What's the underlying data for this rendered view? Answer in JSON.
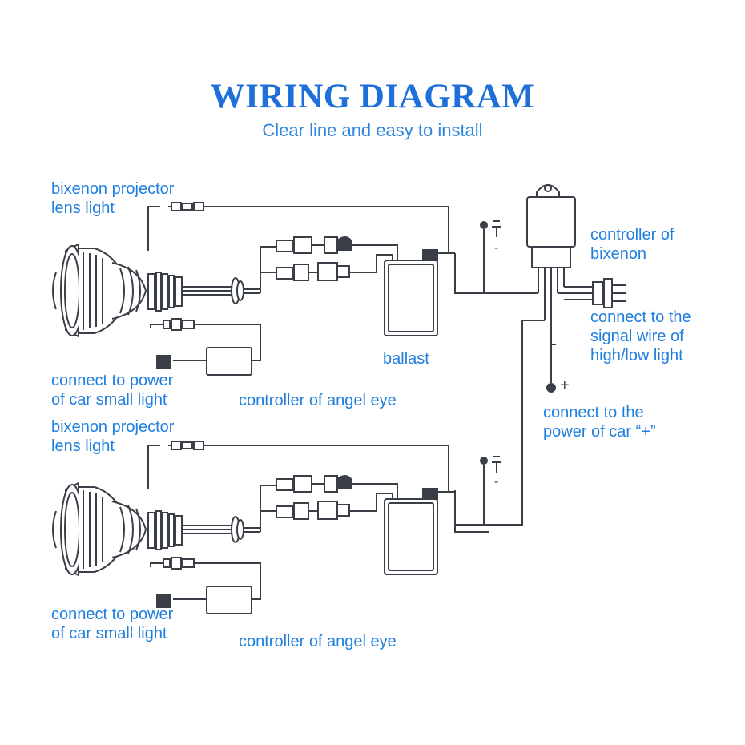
{
  "title": "WIRING DIAGRAM",
  "subtitle": "Clear line and easy to install",
  "colors": {
    "title": "#1e6fd9",
    "label": "#1f7fe0",
    "wire": "#3a3f47"
  },
  "labels": {
    "projector_top": [
      "bixenon projector",
      "lens light"
    ],
    "power_small_top": [
      "connect to power",
      "of car small light"
    ],
    "angel_eye_top": "controller of angel eye",
    "ballast": "ballast",
    "projector_bottom": [
      "bixenon projector",
      "lens light"
    ],
    "power_small_bottom": [
      "connect to power",
      "of car small light"
    ],
    "angel_eye_bottom": "controller of angel eye",
    "controller_bixenon": [
      "controller of",
      "bixenon"
    ],
    "signal_wire": [
      "connect  to the",
      "signal wire of",
      "high/low light"
    ],
    "power_plus": [
      "connect to the",
      "power of car “+”"
    ],
    "plus_sign": "+",
    "minus_sign": "-"
  }
}
